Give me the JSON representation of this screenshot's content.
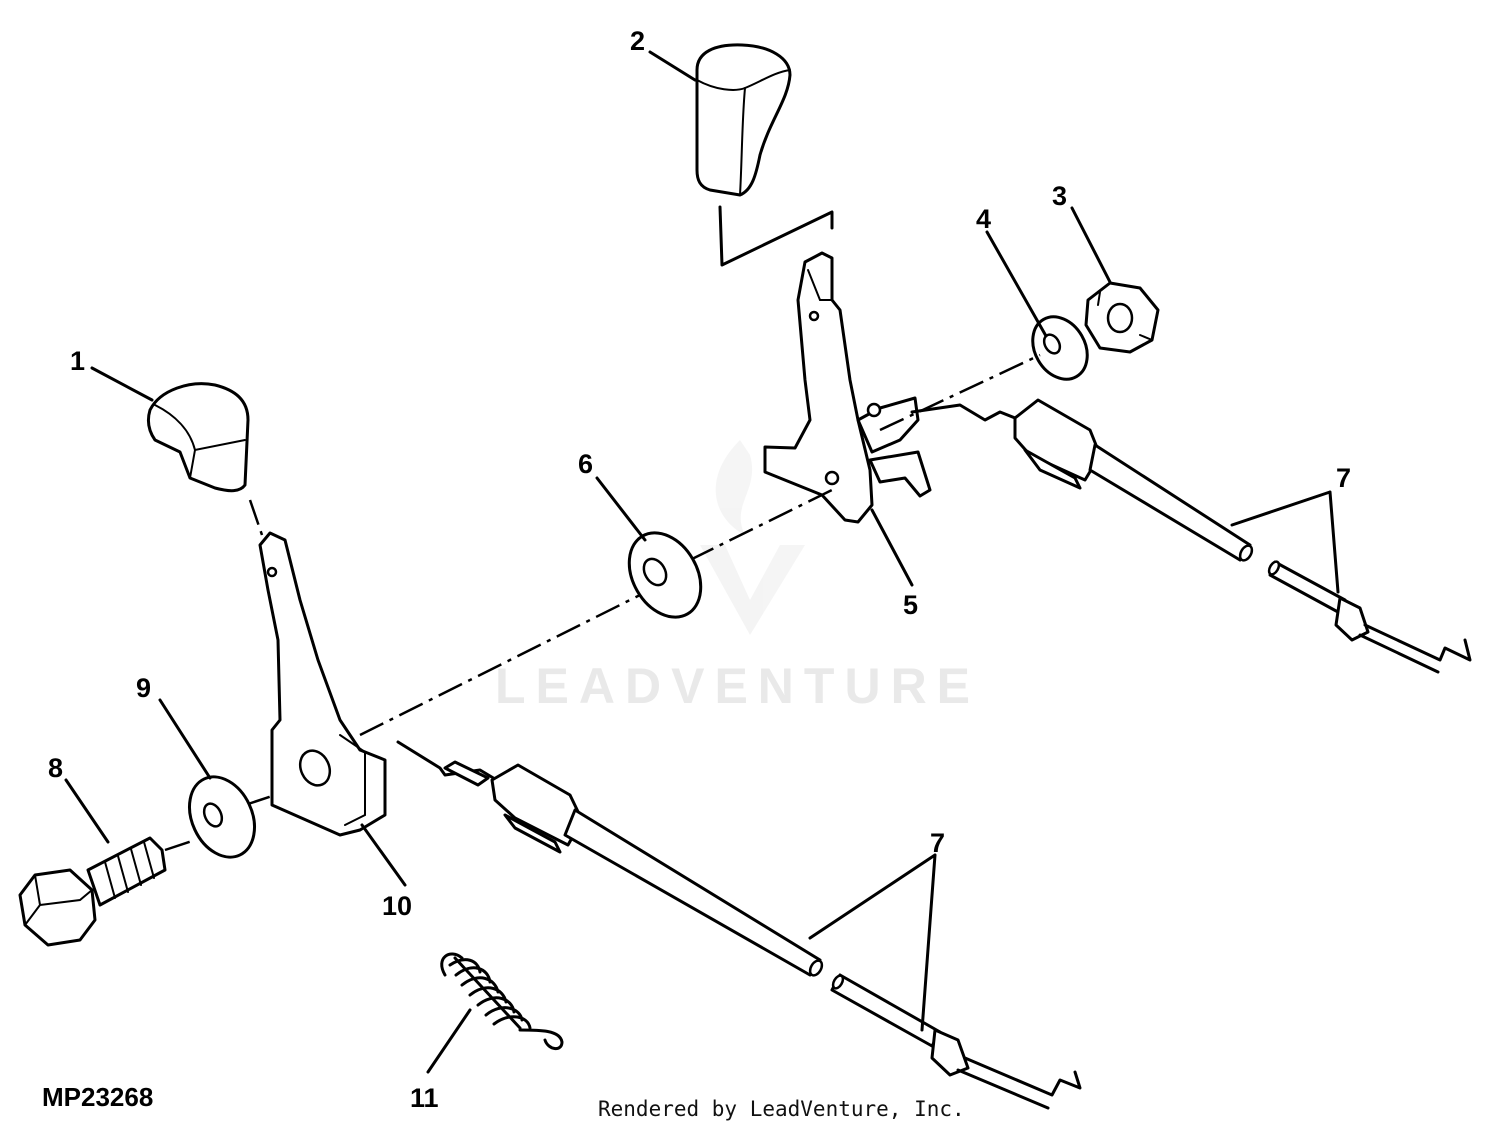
{
  "figure_id": "MP23268",
  "credit": "Rendered by LeadVenture, Inc.",
  "watermark": "LEADVENTURE",
  "callouts": {
    "c1": "1",
    "c2": "2",
    "c3": "3",
    "c4": "4",
    "c5": "5",
    "c6": "6",
    "c7a": "7",
    "c7b": "7",
    "c8": "8",
    "c9": "9",
    "c10": "10",
    "c11": "11"
  }
}
